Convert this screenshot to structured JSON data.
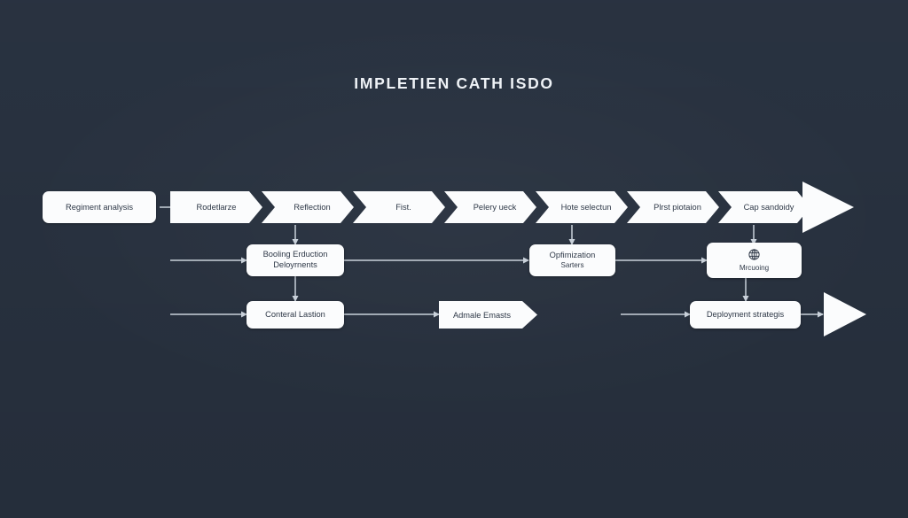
{
  "page": {
    "title": "IMPLETIEN CATH ISDO",
    "background_color": "#2b3544",
    "node_color": "#fbfcfd",
    "text_color": "#2e3847",
    "connector_color": "#c9d1da"
  },
  "pipeline": {
    "start_stage": {
      "label": "Regiment analysis"
    },
    "stages": [
      {
        "label": "Rodetlarze"
      },
      {
        "label": "Reflection"
      },
      {
        "label": "Fist."
      },
      {
        "label": "Pelery ueck"
      },
      {
        "label": "Hote selectun"
      },
      {
        "label": "Plrst piotaion"
      },
      {
        "label": "Cap sandoidy"
      }
    ],
    "end_arrow": "arrow-head"
  },
  "row_two": {
    "nodes": [
      {
        "line1": "Booling Erduction",
        "line2": "Deloyrnents",
        "icon": ""
      },
      {
        "line1": "Opfimization",
        "line2": "Sarters",
        "icon": ""
      },
      {
        "line1": "Mrcuoing",
        "line2": "",
        "icon": "globe-icon"
      }
    ]
  },
  "row_three": {
    "nodes": [
      {
        "label": "Conteral Lastion",
        "shape": "rounded"
      },
      {
        "label": "Admale Emasts",
        "shape": "pennant"
      },
      {
        "label": "Deployment strategis",
        "shape": "rounded"
      }
    ],
    "end_arrow": "triangle-head"
  }
}
